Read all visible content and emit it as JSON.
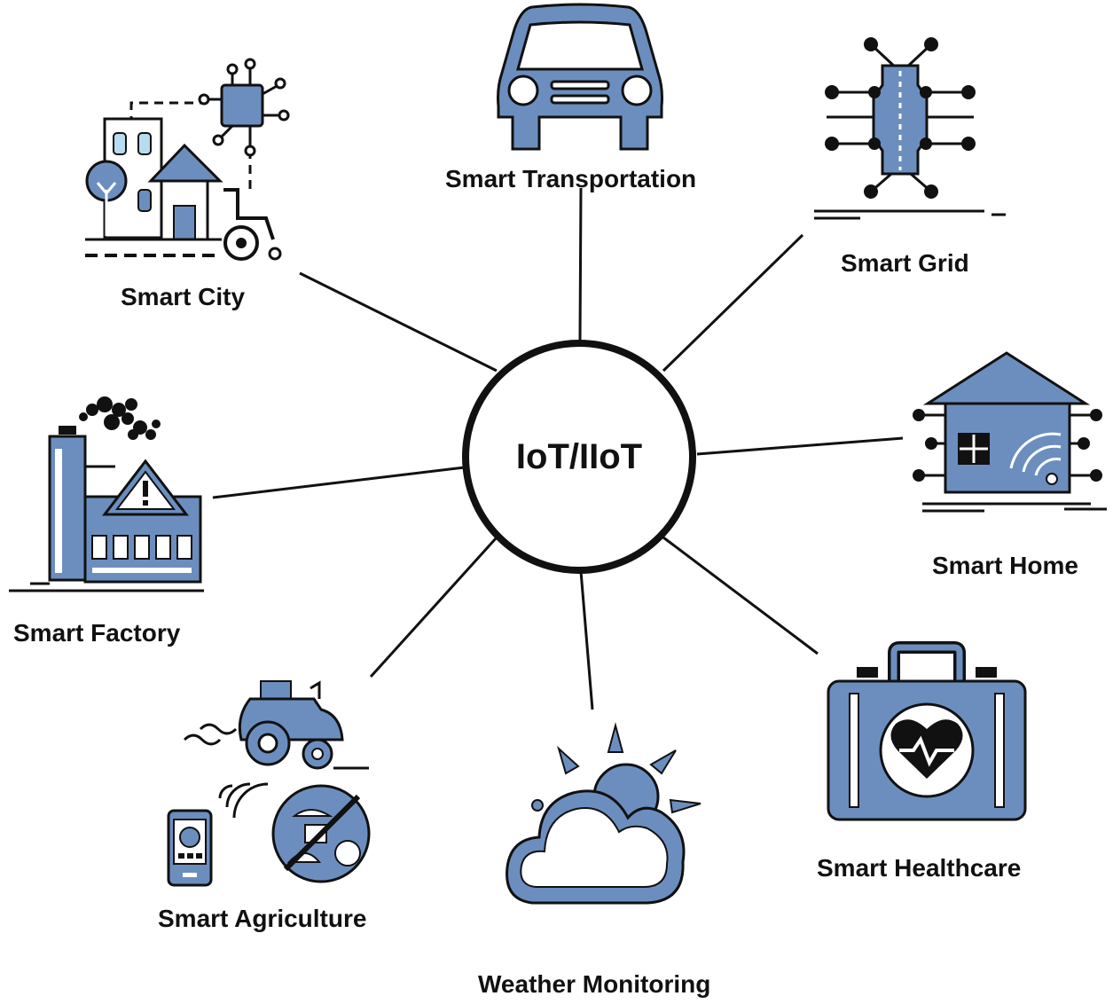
{
  "hub": {
    "label": "IoT/IIoT"
  },
  "colors": {
    "icon_fill": "#6c8ebf",
    "ink": "#111111",
    "background": "#ffffff"
  },
  "nodes": [
    {
      "label": "Smart Transportation",
      "icon": "car-icon"
    },
    {
      "label": "Smart Grid",
      "icon": "circuit-chip-icon"
    },
    {
      "label": "Smart Home",
      "icon": "connected-house-icon"
    },
    {
      "label": "Smart Healthcare",
      "icon": "medical-kit-icon"
    },
    {
      "label": "Weather Monitoring",
      "icon": "cloud-sun-icon"
    },
    {
      "label": "Smart Agriculture",
      "icon": "tractor-icon"
    },
    {
      "label": "Smart Factory",
      "icon": "factory-icon"
    },
    {
      "label": "Smart City",
      "icon": "city-building-icon"
    }
  ]
}
